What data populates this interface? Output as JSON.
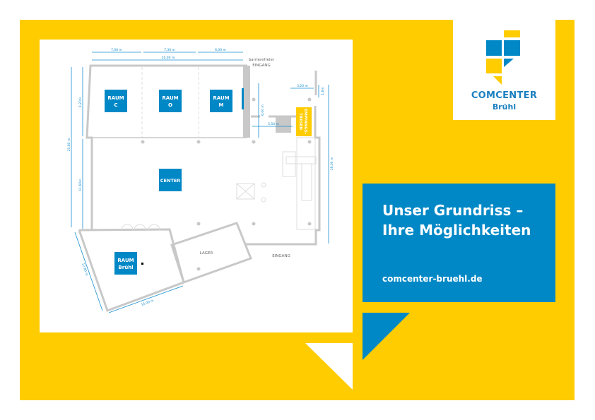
{
  "logo": {
    "name": "COMCENTER",
    "subname": "Brühl"
  },
  "info": {
    "headline_line1": "Unser Grundriss –",
    "headline_line2": "Ihre Möglichkeiten",
    "url": "comcenter-bruehl.de"
  },
  "floorplan": {
    "rooms": {
      "raum_c": [
        "RAUM",
        "C"
      ],
      "raum_o": [
        "RAUM",
        "O"
      ],
      "raum_m": [
        "RAUM",
        "M"
      ],
      "center": "CENTER",
      "raum_bruehl": [
        "RAUM",
        "Brühl"
      ],
      "lager": "LAGER",
      "empfang": [
        "EMPFANGS-",
        "TRESEN"
      ]
    },
    "entrances": {
      "barrierefrei": [
        "barrierefreier",
        "EINGANG"
      ],
      "main": "EINGANG"
    },
    "dimensions": {
      "top1": "7,00 m",
      "top2": "7,30 m",
      "top3": "6,00 m",
      "top_total": "20,00 m",
      "left_upper": "9,20m",
      "left_total": "20,80 m",
      "left_lower": "11,60m",
      "foyer_height": "6,00 m",
      "foyer_width": "5,50 m",
      "entry_width": "3,20 m",
      "entry_small": "1,6m",
      "right_total": "18,00 m",
      "bruehl_side": "12,80 m",
      "bruehl_bottom": "16,00 m"
    }
  },
  "colors": {
    "yellow": "#FFCC00",
    "blue": "#0088C6",
    "wall": "#C8C8C8"
  }
}
